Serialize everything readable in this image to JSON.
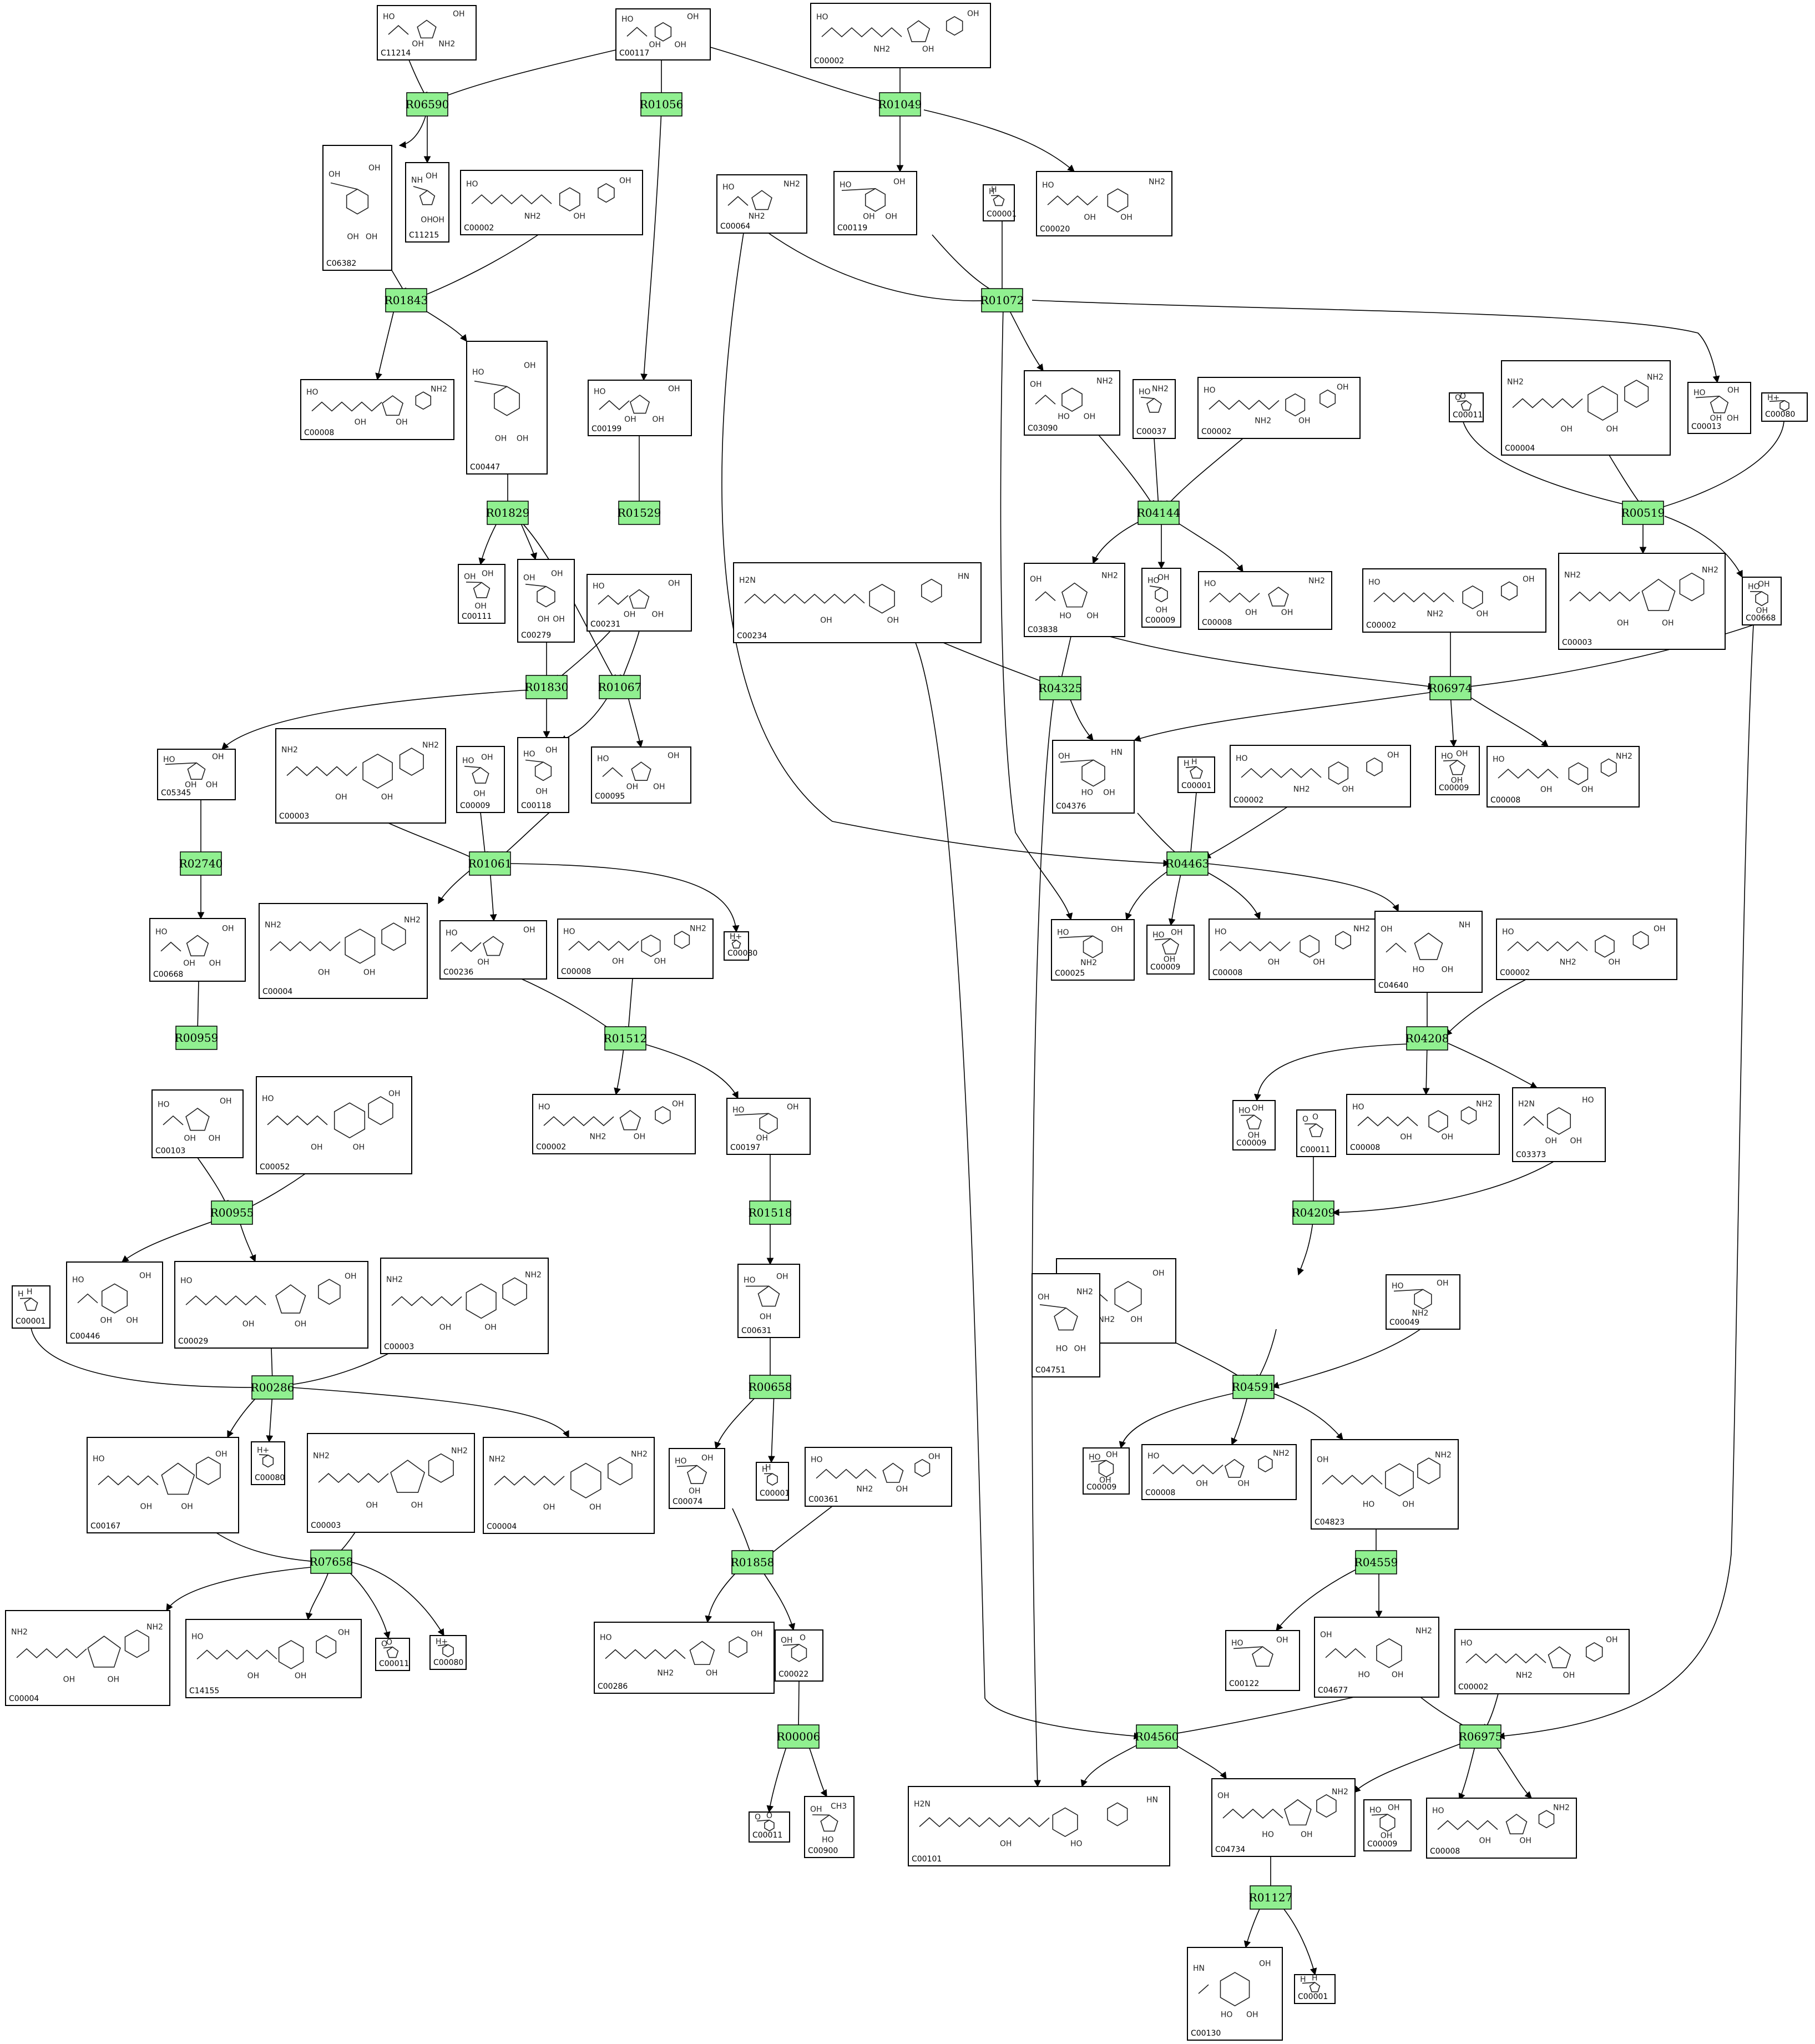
{
  "colors": {
    "reaction_fill": "#90f090",
    "edge": "#000000",
    "compound_border": "#000000",
    "background": "#ffffff"
  },
  "reactions": [
    {
      "id": "R06590"
    },
    {
      "id": "R01056"
    },
    {
      "id": "R01049"
    },
    {
      "id": "R01843"
    },
    {
      "id": "R01072"
    },
    {
      "id": "R01829"
    },
    {
      "id": "R01529"
    },
    {
      "id": "R04144"
    },
    {
      "id": "R00519"
    },
    {
      "id": "R01830"
    },
    {
      "id": "R01067"
    },
    {
      "id": "R04325"
    },
    {
      "id": "R06974"
    },
    {
      "id": "R02740"
    },
    {
      "id": "R01061"
    },
    {
      "id": "R04463"
    },
    {
      "id": "R00959"
    },
    {
      "id": "R01512"
    },
    {
      "id": "R04208"
    },
    {
      "id": "R00955"
    },
    {
      "id": "R01518"
    },
    {
      "id": "R04209"
    },
    {
      "id": "R00286"
    },
    {
      "id": "R00658"
    },
    {
      "id": "R04591"
    },
    {
      "id": "R07658"
    },
    {
      "id": "R01858"
    },
    {
      "id": "R04559"
    },
    {
      "id": "R00006"
    },
    {
      "id": "R04560"
    },
    {
      "id": "R06975"
    },
    {
      "id": "R01127"
    }
  ],
  "compounds": [
    {
      "id": "C11214",
      "atoms": [
        "HO",
        "OH",
        "OH",
        "NH2"
      ]
    },
    {
      "id": "C00117",
      "atoms": [
        "HO",
        "OH",
        "OH",
        "OH"
      ]
    },
    {
      "id": "C00002",
      "atoms": [
        "HO",
        "OH",
        "NH2",
        "OH"
      ]
    },
    {
      "id": "C06382",
      "atoms": [
        "OH",
        "OH",
        "OH",
        "OH"
      ]
    },
    {
      "id": "C11215",
      "atoms": [
        "NH",
        "OH",
        "OH",
        "OH"
      ]
    },
    {
      "id": "C00002",
      "atoms": [
        "HO",
        "OH",
        "NH2",
        "OH"
      ]
    },
    {
      "id": "C00064",
      "atoms": [
        "HO",
        "NH2",
        "NH2",
        ""
      ]
    },
    {
      "id": "C00119",
      "atoms": [
        "HO",
        "OH",
        "OH",
        "OH"
      ]
    },
    {
      "id": "C00001",
      "atoms": [
        "H",
        "H",
        "",
        ""
      ]
    },
    {
      "id": "C00020",
      "atoms": [
        "HO",
        "NH2",
        "OH",
        "OH"
      ]
    },
    {
      "id": "C00008",
      "atoms": [
        "HO",
        "NH2",
        "OH",
        "OH"
      ]
    },
    {
      "id": "C00447",
      "atoms": [
        "HO",
        "OH",
        "OH",
        "OH"
      ]
    },
    {
      "id": "C00199",
      "atoms": [
        "HO",
        "OH",
        "OH",
        "OH"
      ]
    },
    {
      "id": "C03090",
      "atoms": [
        "OH",
        "NH2",
        "HO",
        "OH"
      ]
    },
    {
      "id": "C00037",
      "atoms": [
        "HO",
        "NH2",
        "",
        ""
      ]
    },
    {
      "id": "C00002",
      "atoms": [
        "HO",
        "OH",
        "NH2",
        "OH"
      ]
    },
    {
      "id": "C00011",
      "atoms": [
        "O",
        "O",
        "",
        ""
      ]
    },
    {
      "id": "C00004",
      "atoms": [
        "NH2",
        "NH2",
        "OH",
        "OH"
      ]
    },
    {
      "id": "C00013",
      "atoms": [
        "HO",
        "OH",
        "OH",
        "OH"
      ]
    },
    {
      "id": "C00080",
      "atoms": [
        "H+",
        "",
        "",
        ""
      ]
    },
    {
      "id": "C00111",
      "atoms": [
        "OH",
        "OH",
        "OH",
        ""
      ]
    },
    {
      "id": "C00279",
      "atoms": [
        "OH",
        "OH",
        "OH",
        "OH"
      ]
    },
    {
      "id": "C00231",
      "atoms": [
        "HO",
        "OH",
        "OH",
        "OH"
      ]
    },
    {
      "id": "C00234",
      "atoms": [
        "H2N",
        "HN",
        "OH",
        "OH"
      ]
    },
    {
      "id": "C03838",
      "atoms": [
        "OH",
        "NH2",
        "HO",
        "OH"
      ]
    },
    {
      "id": "C00009",
      "atoms": [
        "HO",
        "OH",
        "OH",
        ""
      ]
    },
    {
      "id": "C00008",
      "atoms": [
        "HO",
        "NH2",
        "OH",
        "OH"
      ]
    },
    {
      "id": "C00002",
      "atoms": [
        "HO",
        "OH",
        "NH2",
        "OH"
      ]
    },
    {
      "id": "C00003",
      "atoms": [
        "NH2",
        "NH2",
        "OH",
        "OH"
      ]
    },
    {
      "id": "C00668",
      "atoms": [
        "HO",
        "OH",
        "OH",
        ""
      ]
    },
    {
      "id": "C05345",
      "atoms": [
        "HO",
        "OH",
        "OH",
        "OH"
      ]
    },
    {
      "id": "C00003",
      "atoms": [
        "NH2",
        "NH2",
        "OH",
        "OH"
      ]
    },
    {
      "id": "C00009",
      "atoms": [
        "HO",
        "OH",
        "OH",
        ""
      ]
    },
    {
      "id": "C00118",
      "atoms": [
        "HO",
        "OH",
        "OH",
        ""
      ]
    },
    {
      "id": "C00095",
      "atoms": [
        "HO",
        "OH",
        "OH",
        "OH"
      ]
    },
    {
      "id": "C04376",
      "atoms": [
        "OH",
        "HN",
        "HO",
        "OH"
      ]
    },
    {
      "id": "C00001",
      "atoms": [
        "H",
        "H",
        "",
        ""
      ]
    },
    {
      "id": "C00002",
      "atoms": [
        "HO",
        "OH",
        "NH2",
        "OH"
      ]
    },
    {
      "id": "C00009",
      "atoms": [
        "HO",
        "OH",
        "OH",
        ""
      ]
    },
    {
      "id": "C00008",
      "atoms": [
        "HO",
        "NH2",
        "OH",
        "OH"
      ]
    },
    {
      "id": "C00668",
      "atoms": [
        "HO",
        "OH",
        "OH",
        "OH"
      ]
    },
    {
      "id": "C00004",
      "atoms": [
        "NH2",
        "NH2",
        "OH",
        "OH"
      ]
    },
    {
      "id": "C00236",
      "atoms": [
        "HO",
        "OH",
        "OH",
        ""
      ]
    },
    {
      "id": "C00008",
      "atoms": [
        "HO",
        "NH2",
        "OH",
        "OH"
      ]
    },
    {
      "id": "C00080",
      "atoms": [
        "H+",
        "",
        "",
        ""
      ]
    },
    {
      "id": "C00025",
      "atoms": [
        "HO",
        "OH",
        "NH2",
        ""
      ]
    },
    {
      "id": "C00009",
      "atoms": [
        "HO",
        "OH",
        "OH",
        ""
      ]
    },
    {
      "id": "C00008",
      "atoms": [
        "HO",
        "NH2",
        "OH",
        "OH"
      ]
    },
    {
      "id": "C04640",
      "atoms": [
        "OH",
        "NH",
        "HO",
        "OH"
      ]
    },
    {
      "id": "C00002",
      "atoms": [
        "HO",
        "OH",
        "NH2",
        "OH"
      ]
    },
    {
      "id": "C00103",
      "atoms": [
        "HO",
        "OH",
        "OH",
        "OH"
      ]
    },
    {
      "id": "C00052",
      "atoms": [
        "HO",
        "OH",
        "OH",
        "OH"
      ]
    },
    {
      "id": "C00002",
      "atoms": [
        "HO",
        "OH",
        "NH2",
        "OH"
      ]
    },
    {
      "id": "C00197",
      "atoms": [
        "HO",
        "OH",
        "OH",
        ""
      ]
    },
    {
      "id": "C00009",
      "atoms": [
        "HO",
        "OH",
        "OH",
        ""
      ]
    },
    {
      "id": "C00008",
      "atoms": [
        "HO",
        "NH2",
        "OH",
        "OH"
      ]
    },
    {
      "id": "C00011",
      "atoms": [
        "O",
        "O",
        "",
        ""
      ]
    },
    {
      "id": "C03373",
      "atoms": [
        "H2N",
        "HO",
        "OH",
        "OH"
      ]
    },
    {
      "id": "C00001",
      "atoms": [
        "H",
        "H",
        "",
        ""
      ]
    },
    {
      "id": "C00446",
      "atoms": [
        "HO",
        "OH",
        "OH",
        "OH"
      ]
    },
    {
      "id": "C00029",
      "atoms": [
        "HO",
        "OH",
        "OH",
        "OH"
      ]
    },
    {
      "id": "C00003",
      "atoms": [
        "NH2",
        "NH2",
        "OH",
        "OH"
      ]
    },
    {
      "id": "C00631",
      "atoms": [
        "HO",
        "OH",
        "OH",
        ""
      ]
    },
    {
      "id": "C00002",
      "atoms": [
        "HO",
        "OH",
        "NH2",
        "OH"
      ]
    },
    {
      "id": "C04751",
      "atoms": [
        "OH",
        "NH2",
        "HO",
        "OH"
      ]
    },
    {
      "id": "C00049",
      "atoms": [
        "HO",
        "OH",
        "NH2",
        ""
      ]
    },
    {
      "id": "C00167",
      "atoms": [
        "HO",
        "OH",
        "OH",
        "OH"
      ]
    },
    {
      "id": "C00080",
      "atoms": [
        "H+",
        "",
        "",
        ""
      ]
    },
    {
      "id": "C00003",
      "atoms": [
        "NH2",
        "NH2",
        "OH",
        "OH"
      ]
    },
    {
      "id": "C00004",
      "atoms": [
        "NH2",
        "NH2",
        "OH",
        "OH"
      ]
    },
    {
      "id": "C00074",
      "atoms": [
        "HO",
        "OH",
        "OH",
        ""
      ]
    },
    {
      "id": "C00001",
      "atoms": [
        "H",
        "H",
        "",
        ""
      ]
    },
    {
      "id": "C00361",
      "atoms": [
        "HO",
        "OH",
        "NH2",
        "OH"
      ]
    },
    {
      "id": "C00009",
      "atoms": [
        "HO",
        "OH",
        "OH",
        ""
      ]
    },
    {
      "id": "C00008",
      "atoms": [
        "HO",
        "NH2",
        "OH",
        "OH"
      ]
    },
    {
      "id": "C04823",
      "atoms": [
        "OH",
        "NH2",
        "HO",
        "OH"
      ]
    },
    {
      "id": "C00004",
      "atoms": [
        "NH2",
        "NH2",
        "OH",
        "OH"
      ]
    },
    {
      "id": "C14155",
      "atoms": [
        "HO",
        "OH",
        "OH",
        "OH"
      ]
    },
    {
      "id": "C00011",
      "atoms": [
        "O",
        "O",
        "",
        ""
      ]
    },
    {
      "id": "C00080",
      "atoms": [
        "H+",
        "",
        "",
        ""
      ]
    },
    {
      "id": "C00286",
      "atoms": [
        "HO",
        "OH",
        "NH2",
        "OH"
      ]
    },
    {
      "id": "C00022",
      "atoms": [
        "OH",
        "O",
        "",
        ""
      ]
    },
    {
      "id": "C00122",
      "atoms": [
        "HO",
        "OH",
        "",
        ""
      ]
    },
    {
      "id": "C04677",
      "atoms": [
        "OH",
        "NH2",
        "HO",
        "OH"
      ]
    },
    {
      "id": "C00002",
      "atoms": [
        "HO",
        "OH",
        "NH2",
        "OH"
      ]
    },
    {
      "id": "C00011",
      "atoms": [
        "O",
        "O",
        "",
        ""
      ]
    },
    {
      "id": "C00900",
      "atoms": [
        "OH",
        "CH3",
        "HO",
        ""
      ]
    },
    {
      "id": "C00101",
      "atoms": [
        "H2N",
        "HN",
        "OH",
        "HO"
      ]
    },
    {
      "id": "C04734",
      "atoms": [
        "OH",
        "NH2",
        "HO",
        "OH"
      ]
    },
    {
      "id": "C00009",
      "atoms": [
        "HO",
        "OH",
        "OH",
        ""
      ]
    },
    {
      "id": "C00008",
      "atoms": [
        "HO",
        "NH2",
        "OH",
        "OH"
      ]
    },
    {
      "id": "C00130",
      "atoms": [
        "HN",
        "OH",
        "HO",
        "OH"
      ]
    },
    {
      "id": "C00001",
      "atoms": [
        "H",
        "H",
        "",
        ""
      ]
    }
  ]
}
